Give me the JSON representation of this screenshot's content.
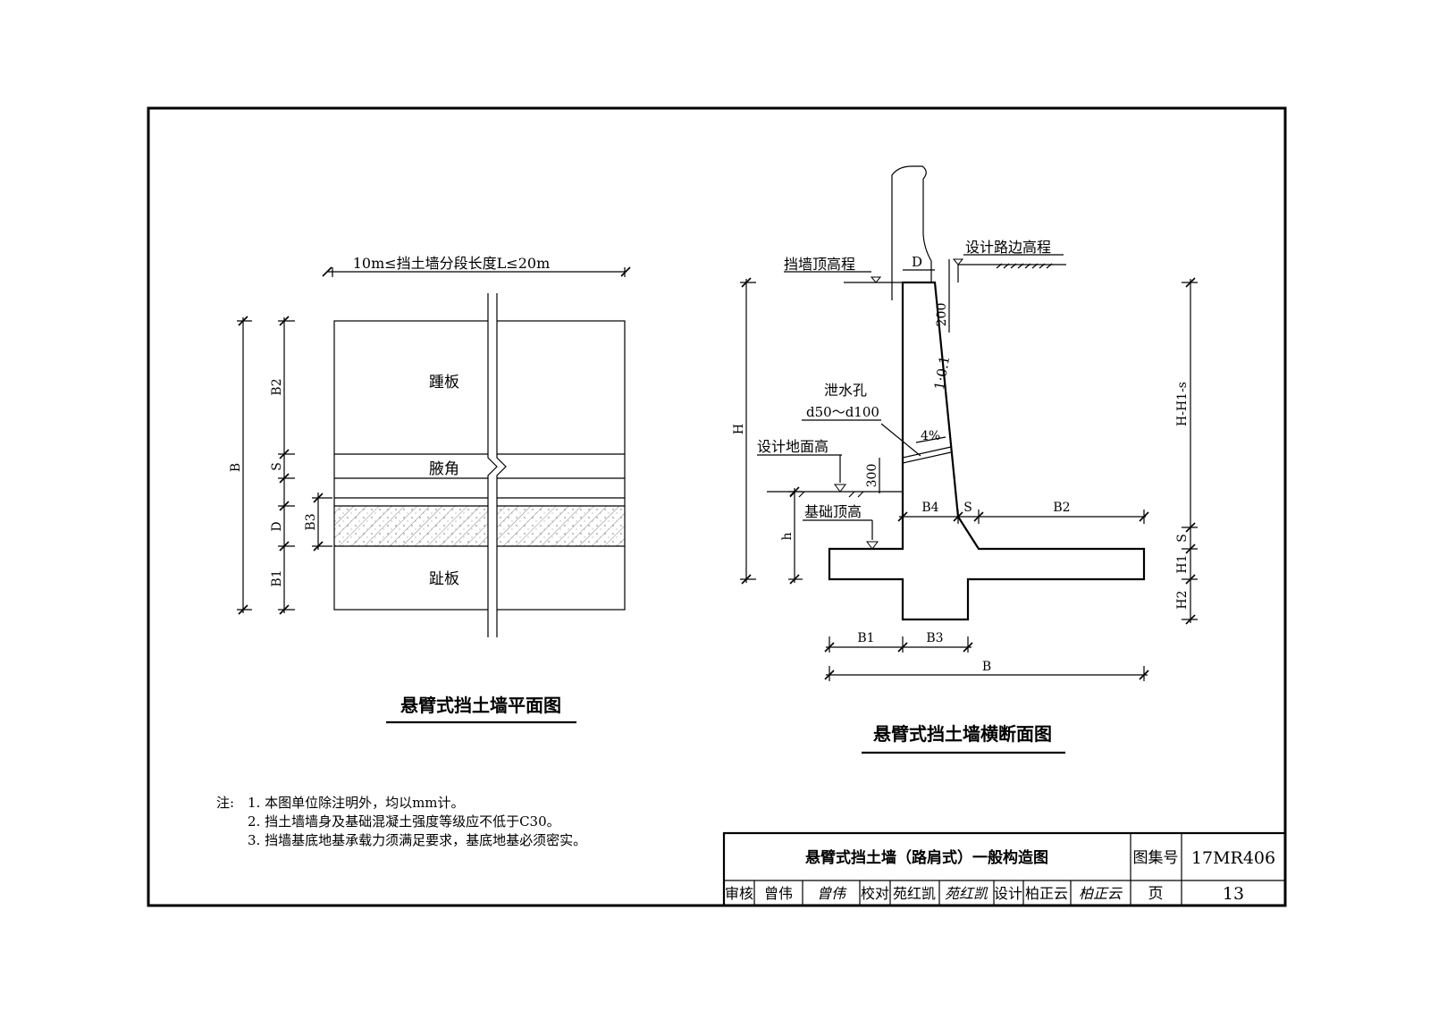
{
  "plan": {
    "top_dim": "10m≤挡土墙分段长度L≤20m",
    "heel_label": "踵板",
    "haunch_label": "腋角",
    "toe_label": "趾板",
    "dims": {
      "B": "B",
      "B2": "B2",
      "S": "S",
      "D": "D",
      "B1": "B1",
      "B3": "B3"
    },
    "title": "悬臂式挡土墙平面图"
  },
  "section": {
    "wall_top_elev": "挡墙顶高程",
    "road_edge_elev": "设计路边高程",
    "D": "D",
    "dim_200": "200",
    "slope": "1:0.1",
    "drain_hole": "泄水孔",
    "drain_dia": "d50～d100",
    "pct": "4%",
    "ground_elev": "设计地面高",
    "dim_300": "300",
    "found_top": "基础顶高",
    "H": "H",
    "h": "h",
    "B4": "B4",
    "S": "S",
    "B2": "B2",
    "B1": "B1",
    "B3": "B3",
    "B": "B",
    "right_H": "H-H1-s",
    "right_S": "S",
    "right_H1": "H1",
    "right_H2": "H2",
    "title": "悬臂式挡土墙横断面图"
  },
  "notes": {
    "prefix": "注:",
    "items": [
      "1. 本图单位除注明外，均以mm计。",
      "2. 挡土墙墙身及基础混凝土强度等级应不低于C30。",
      "3. 挡墙基底地基承载力须满足要求，基底地基必须密实。"
    ]
  },
  "titleblock": {
    "drawing_title": "悬臂式挡土墙（路肩式）一般构造图",
    "atlas_label": "图集号",
    "atlas_no": "17MR406",
    "review_label": "审核",
    "reviewer": "曾伟",
    "reviewer_sig": "曾伟",
    "check_label": "校对",
    "checker": "苑红凯",
    "checker_sig": "苑红凯",
    "design_label": "设计",
    "designer": "柏正云",
    "designer_sig": "柏正云",
    "page_label": "页",
    "page_no": "13"
  }
}
